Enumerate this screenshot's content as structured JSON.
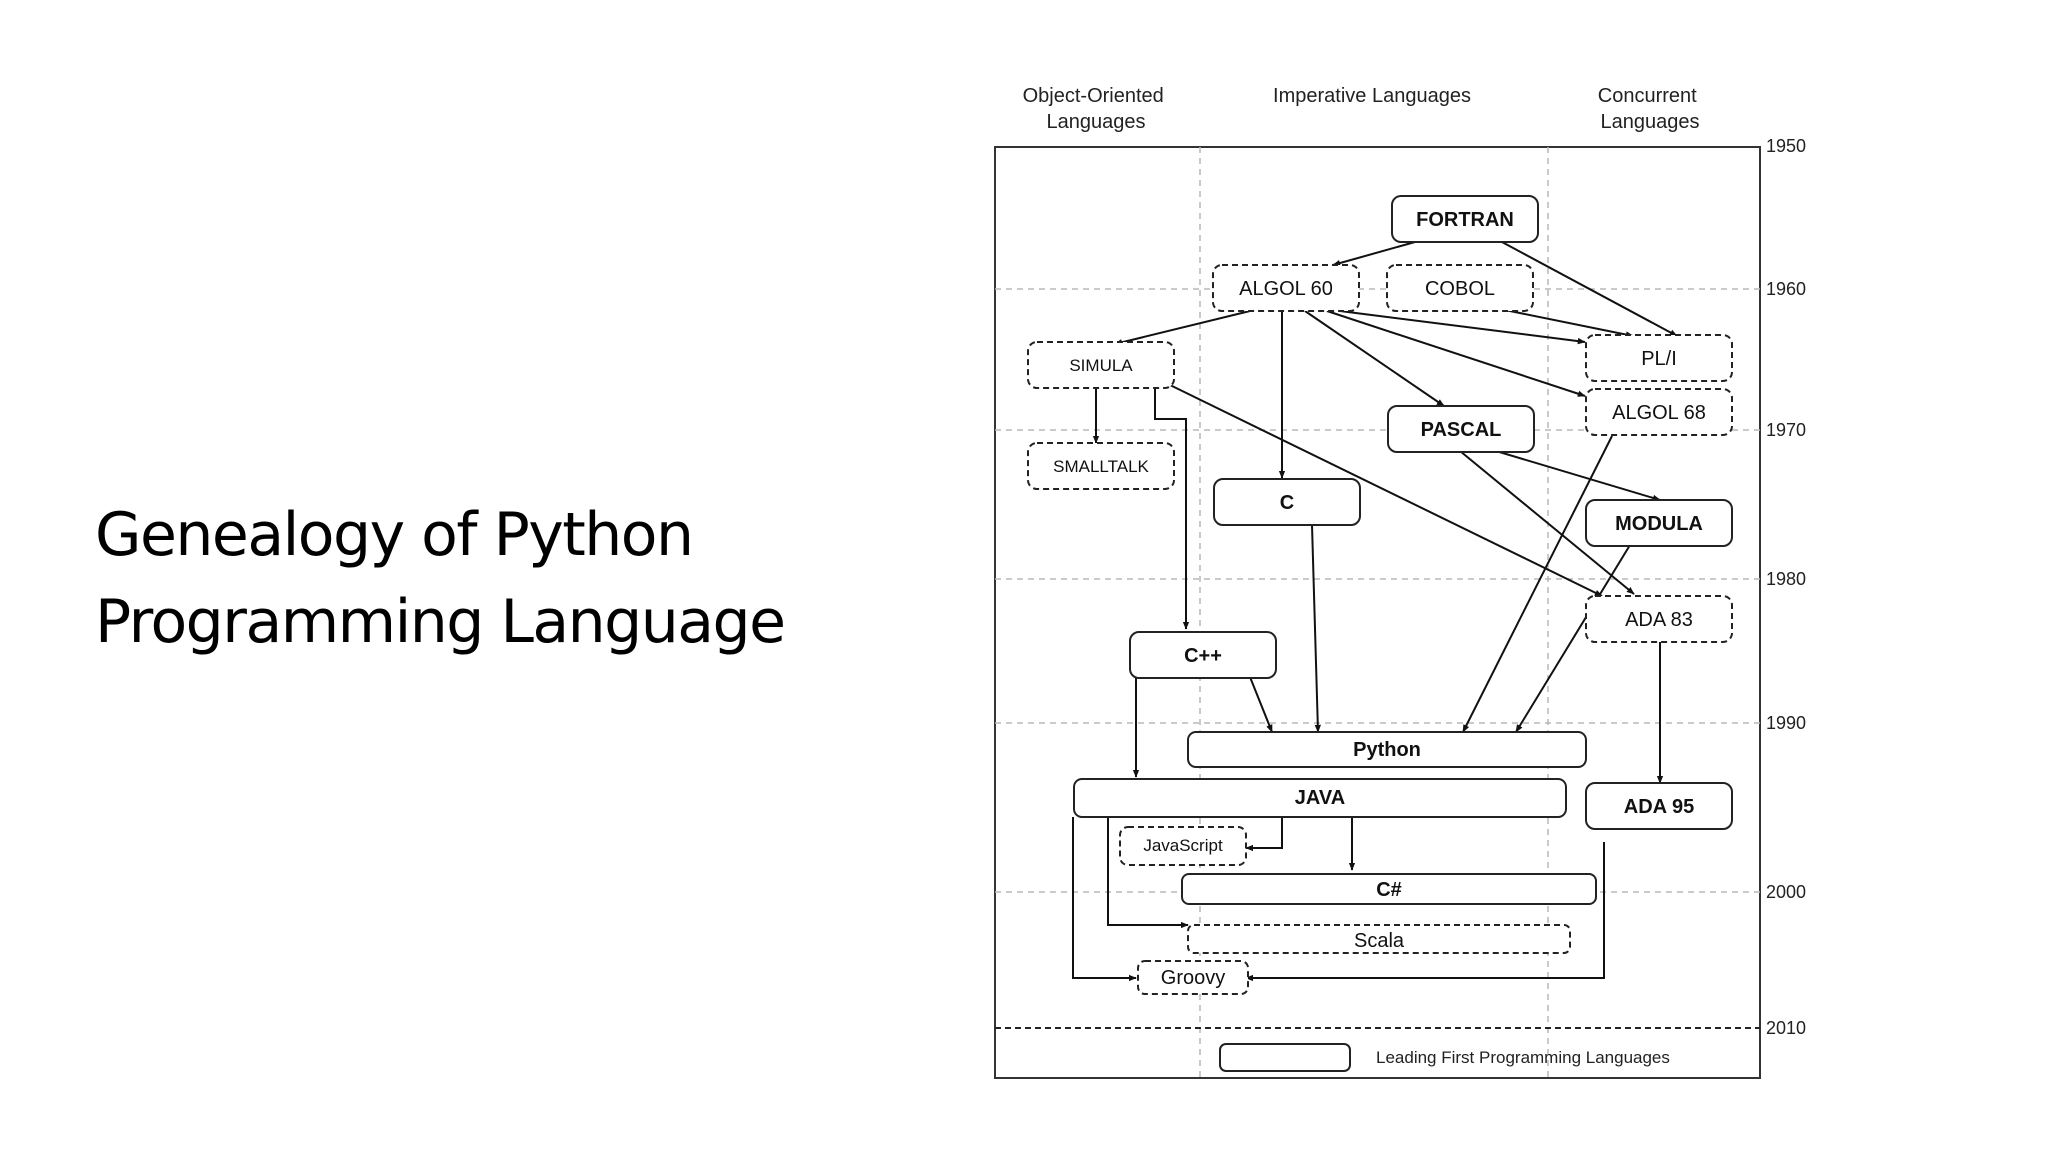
{
  "slide": {
    "title_line1": "Genealogy of Python",
    "title_line2": "Programming Language"
  },
  "columns": {
    "oo_line1": "Object-Oriented",
    "oo_line2": "Languages",
    "imperative": "Imperative Languages",
    "concurrent_line1": "Concurrent",
    "concurrent_line2": "Languages"
  },
  "years": [
    "1950",
    "1960",
    "1970",
    "1980",
    "1990",
    "2000",
    "2010"
  ],
  "languages": {
    "fortran": "FORTRAN",
    "algol60": "ALGOL 60",
    "cobol": "COBOL",
    "simula": "SIMULA",
    "pli": "PL/I",
    "algol68": "ALGOL 68",
    "pascal": "PASCAL",
    "smalltalk": "SMALLTALK",
    "c": "C",
    "modula": "MODULA",
    "ada83": "ADA 83",
    "cpp": "C++",
    "python": "Python",
    "java": "JAVA",
    "ada95": "ADA 95",
    "javascript": "JavaScript",
    "csharp": "C#",
    "scala": "Scala",
    "groovy": "Groovy"
  },
  "legend": {
    "label": "Leading First Programming Languages"
  }
}
